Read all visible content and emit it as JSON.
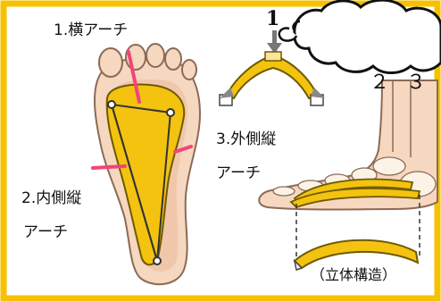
{
  "labels": {
    "transverse_arch": "1.横アーチ",
    "medial_arch_line1": "2.内側縦",
    "medial_arch_line2": "アーチ",
    "lateral_arch_line1": "3.外側縦",
    "lateral_arch_line2": "アーチ",
    "force_number": "1",
    "side_numbers": "２ ３",
    "structure_caption": "（立体構造）"
  },
  "colors": {
    "frame": "#f7c100",
    "arch_fill": "#f3c310",
    "arch_stroke": "#6f5a00",
    "skin": "#f6d7bf",
    "skin_stroke": "#8c6a55",
    "marker": "#f04677",
    "cloud_stroke": "#111111"
  },
  "icons": {
    "force_arrow": "down-arrow-icon",
    "spread_arrows": "outward-arrow-icon"
  }
}
